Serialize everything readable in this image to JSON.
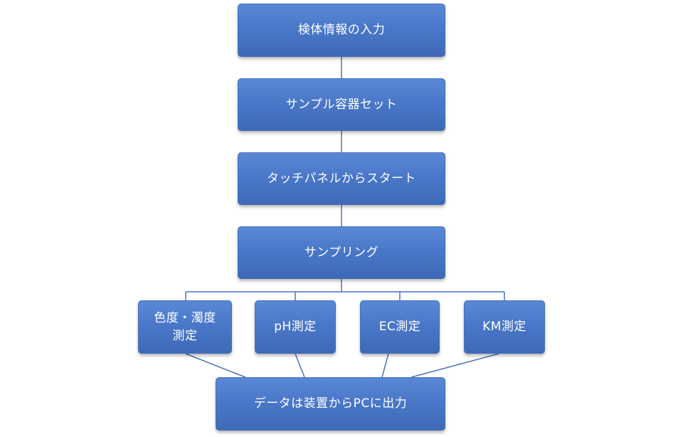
{
  "flowchart": {
    "steps": [
      "検体情報の入力",
      "サンプル容器セット",
      "タッチパネルからスタート",
      "サンプリング"
    ],
    "measurements": [
      "色度・濁度\n測定",
      "pH測定",
      "EC測定",
      "KM測定"
    ],
    "output": "データは装置からPCに出力"
  },
  "colors": {
    "box_fill": "#4a78c9",
    "box_border": "#4670b8",
    "connector": "#4a74c0",
    "text": "#ffffff"
  }
}
